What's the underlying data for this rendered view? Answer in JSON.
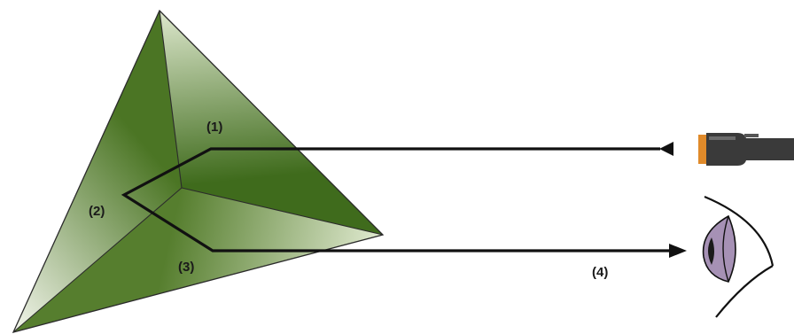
{
  "labels": {
    "step1": "(1)",
    "step2": "(2)",
    "step3": "(3)",
    "step4": "(4)"
  },
  "colors": {
    "prism_dark": "#3f6b1c",
    "prism_mid": "#8aa963",
    "prism_light": "#eef3e3",
    "edge": "#2b2b2b",
    "ray": "#111111",
    "flashlight_body": "#3a3a3a",
    "flashlight_lens": "#e08a2a",
    "iris": "#a691b5",
    "pupil": "#1a1a1a"
  },
  "icons": {
    "prism": "corner-cube-prism",
    "light_source": "flashlight-icon",
    "observer": "eye-icon"
  }
}
